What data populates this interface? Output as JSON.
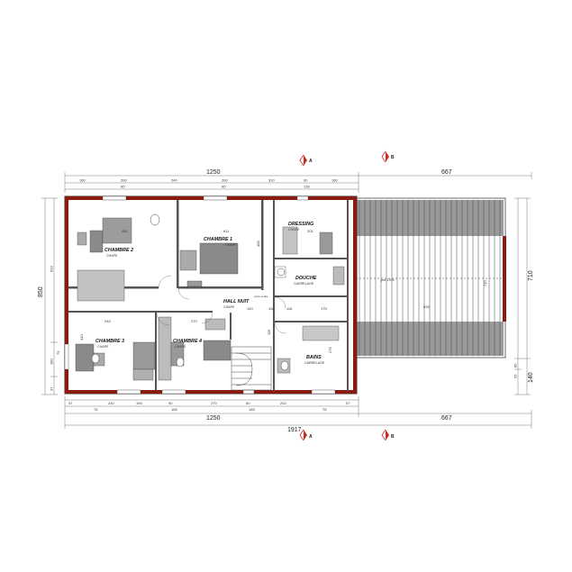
{
  "section_markers": [
    {
      "label": "A",
      "color": "#cc2a1e"
    },
    {
      "label": "B",
      "color": "#cc2a1e"
    }
  ],
  "dimensions": {
    "top_total_left": "1250",
    "top_total_right": "667",
    "top_segments": [
      "160",
      "200",
      "240",
      "200",
      "310",
      "90",
      "160"
    ],
    "top_sub_segments": [
      "95",
      "95",
      "135"
    ],
    "bottom_segments": [
      "57",
      "240",
      "194",
      "90",
      "270",
      "60",
      "202",
      "57"
    ],
    "bottom_sub_segments": [
      "75",
      "165",
      "165",
      "75"
    ],
    "bottom_total_left": "1250",
    "bottom_total_right": "667",
    "bottom_overall": "1917",
    "left_overall": "850",
    "left_inner": "633",
    "left_lower": "180",
    "left_small_a": "37",
    "left_small_b": "75",
    "right_overall": "710",
    "right_lower": "140",
    "right_small_a": "85",
    "right_small_b": "55"
  },
  "rooms": [
    {
      "name": "CHAMBRE 2",
      "floor": "CHAPE",
      "size": "440"
    },
    {
      "name": "CHAMBRE 1",
      "floor": "CHAPE",
      "size": "611"
    },
    {
      "name": "DRESSING",
      "floor": "CHAPE",
      "size": "201"
    },
    {
      "name": "DOUCHE",
      "floor": "CARRELAGE",
      "size": "116"
    },
    {
      "name": "HALL NUIT",
      "floor": "CHAPE",
      "size": "140"
    },
    {
      "name": "CHAMBRE 3",
      "floor": "CHAPE",
      "size": "240"
    },
    {
      "name": "CHAMBRE 4",
      "floor": "CHAPE",
      "size": "270"
    },
    {
      "name": "BAINS",
      "floor": "CARRELAGE",
      "size": "276"
    }
  ],
  "roof": {
    "labels": [
      "pte 10%",
      "630",
      "710"
    ]
  },
  "misc_labels": [
    "400",
    "410",
    "175",
    "116",
    "116",
    "porte coulis."
  ]
}
